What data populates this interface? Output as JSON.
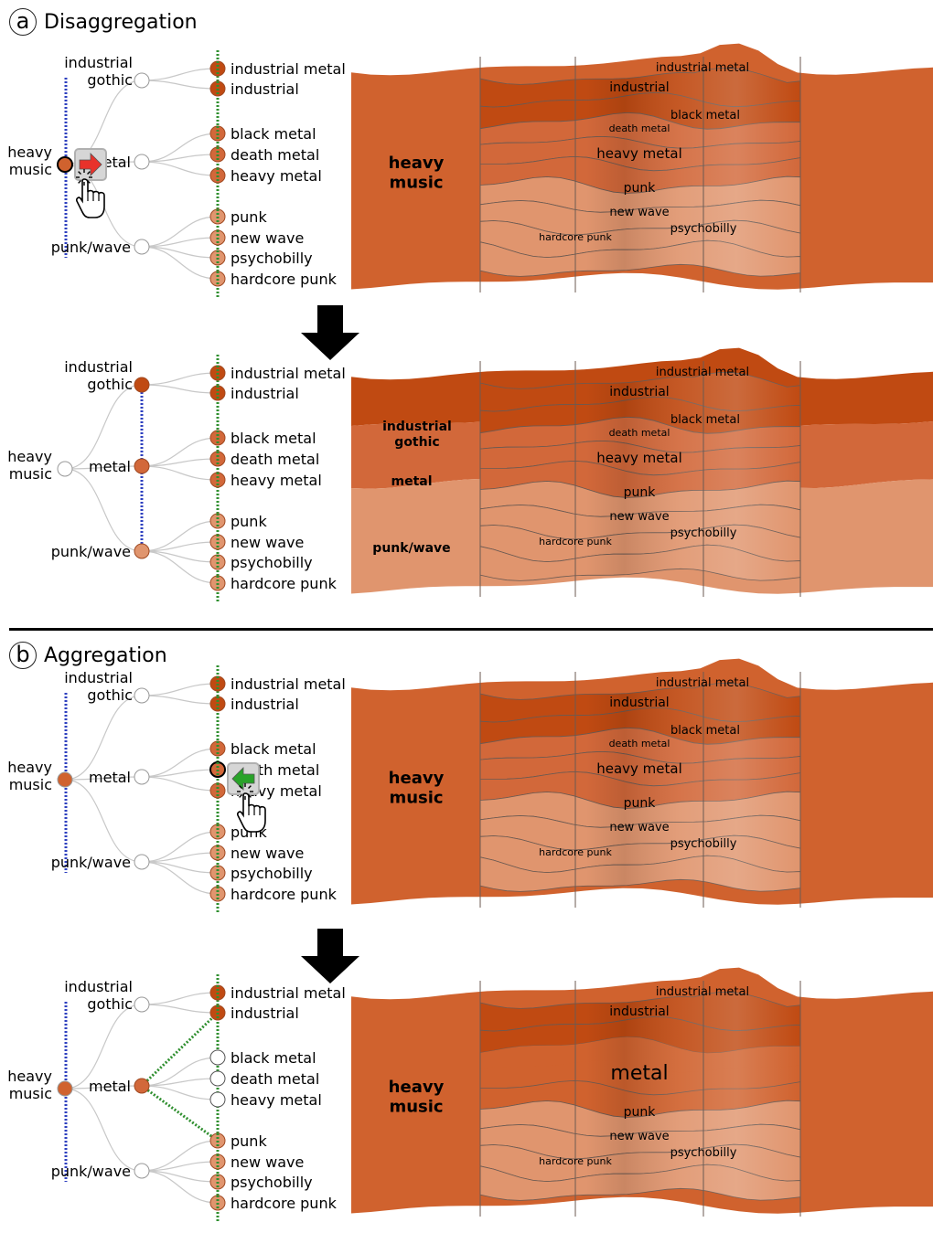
{
  "sections": {
    "a": {
      "letter": "a",
      "title": "Disaggregation"
    },
    "b": {
      "letter": "b",
      "title": "Aggregation"
    }
  },
  "hierarchy": {
    "root": "heavy music",
    "groups": [
      {
        "label": "industrial gothic",
        "children": [
          "industrial metal",
          "industrial"
        ]
      },
      {
        "label": "metal",
        "children": [
          "black metal",
          "death metal",
          "heavy metal"
        ]
      },
      {
        "label": "punk/wave",
        "children": [
          "punk",
          "new wave",
          "psychobilly",
          "hardcore punk"
        ]
      }
    ]
  },
  "panels": [
    {
      "id": "a1",
      "cut_color": "blue",
      "cut_at": "root",
      "root_label": "heavy\nmusic",
      "tree_root": "heavy\nmusic",
      "action": "disaggregate",
      "stream_labels": [
        "heavy\nmusic"
      ]
    },
    {
      "id": "a2",
      "cut_color": "blue",
      "cut_at": "groups",
      "tree_root": "heavy\nmusic",
      "stream_labels": [
        "industrial\ngothic",
        "metal",
        "punk/wave"
      ]
    },
    {
      "id": "b1",
      "cut_color": "blue",
      "cut_at": "root",
      "tree_root": "heavy\nmusic",
      "action": "aggregate",
      "stream_labels": [
        "heavy\nmusic"
      ]
    },
    {
      "id": "b2",
      "cut_color": "blue",
      "cut_at": "root",
      "tree_root": "heavy\nmusic",
      "aggregated_group": "metal",
      "stream_labels": [
        "heavy\nmusic",
        "metal"
      ]
    }
  ],
  "colors": {
    "root": "#d0622e",
    "industrial": "#c04a12",
    "metal": "#d2683a",
    "punk": "#e0956e",
    "blue_cut": "#2d3fbf",
    "green_cut": "#2f8f2f",
    "disaggregate_arrow": "#e8322b",
    "aggregate_arrow": "#29a329"
  },
  "icons": [
    "hand-pointer-icon",
    "arrow-right-icon",
    "arrow-left-icon",
    "arrow-down-icon"
  ]
}
